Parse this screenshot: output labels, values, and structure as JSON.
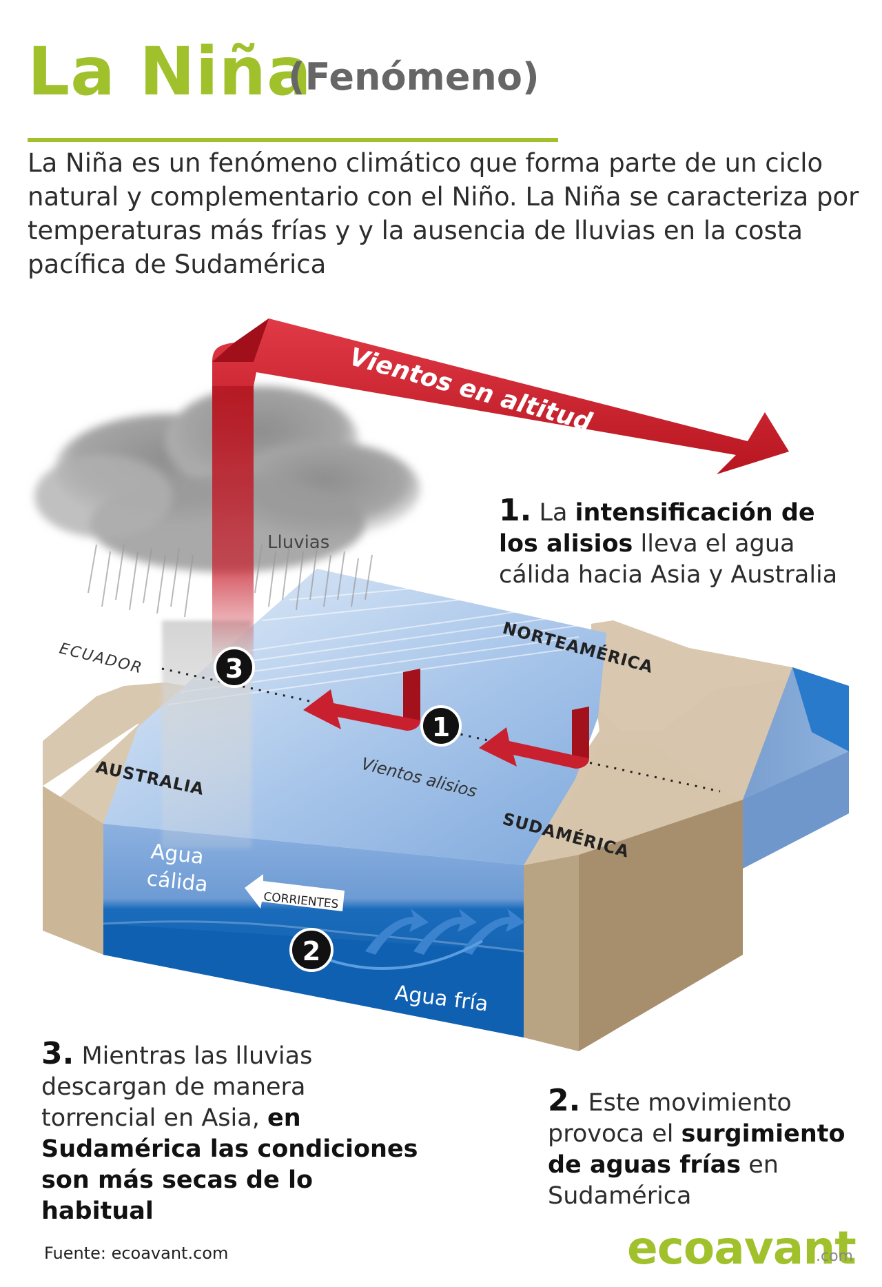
{
  "title": {
    "main": "La Niña",
    "sub": "(Fenómeno)"
  },
  "intro": "La Niña es un fenómeno climático que forma parte de un ciclo natural y complementario con el Niño. La Niña se caracteriza por temperaturas más frías y y la ausencia de lluvias en la costa pacífica de Sudamérica",
  "diagram": {
    "winds_altitude": "Vientos en altitud",
    "rains": "Lluvias",
    "equator": "ECUADOR",
    "trade_winds": "Vientos alisios",
    "north_america": "NORTEAMÉRICA",
    "australia": "AUSTRALIA",
    "south_america": "SUDAMÉRICA",
    "warm_water_1": "Agua",
    "warm_water_2": "cálida",
    "currents": "CORRIENTES",
    "cold_water": "Agua fría",
    "marker_1": "1",
    "marker_2": "2",
    "marker_3": "3"
  },
  "callouts": {
    "c1": {
      "num": "1.",
      "pre": " La ",
      "bold": "intensificación de los alisios",
      "post": " lleva el agua cálida hacia Asia y Australia"
    },
    "c3": {
      "num": "3.",
      "pre": " Mientras las lluvias descargan de manera torrencial en Asia, ",
      "bold": "en Sudamérica las condiciones son más secas de lo habitual",
      "post": ""
    },
    "c2": {
      "num": "2.",
      "pre": " Este movimiento provoca el ",
      "bold": "surgimiento de aguas frías",
      "post": " en Sudamérica"
    }
  },
  "source": "Fuente: ecoavant.com",
  "logo": {
    "name": "ecoavant",
    "suffix": ".com"
  },
  "colors": {
    "brand_green": "#a0c12b",
    "wind_red": "#c8202e",
    "ocean_deep": "#1565b5",
    "land_tan": "#d8c8b0"
  },
  "icons": [
    "cloud-icon",
    "rain-icon",
    "wind-arrow-icon",
    "current-arrow-icon"
  ]
}
